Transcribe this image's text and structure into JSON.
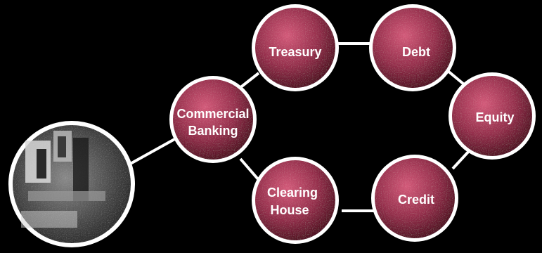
{
  "diagram": {
    "photo_node": {
      "kind": "photo",
      "description_icon": "office-photo-icon"
    },
    "nodes": [
      {
        "id": "commercial-banking",
        "lines": [
          "Commercial",
          "Banking"
        ]
      },
      {
        "id": "treasury",
        "lines": [
          "Treasury"
        ]
      },
      {
        "id": "debt",
        "lines": [
          "Debt"
        ]
      },
      {
        "id": "equity",
        "lines": [
          "Equity"
        ]
      },
      {
        "id": "credit",
        "lines": [
          "Credit"
        ]
      },
      {
        "id": "clearing-house",
        "lines": [
          "Clearing",
          "House"
        ]
      }
    ],
    "colors": {
      "background": "#000000",
      "node_fill_light": "#c24a6a",
      "node_fill_dark": "#5a1020",
      "ring": "#ffffff",
      "connector": "#ffffff"
    }
  }
}
